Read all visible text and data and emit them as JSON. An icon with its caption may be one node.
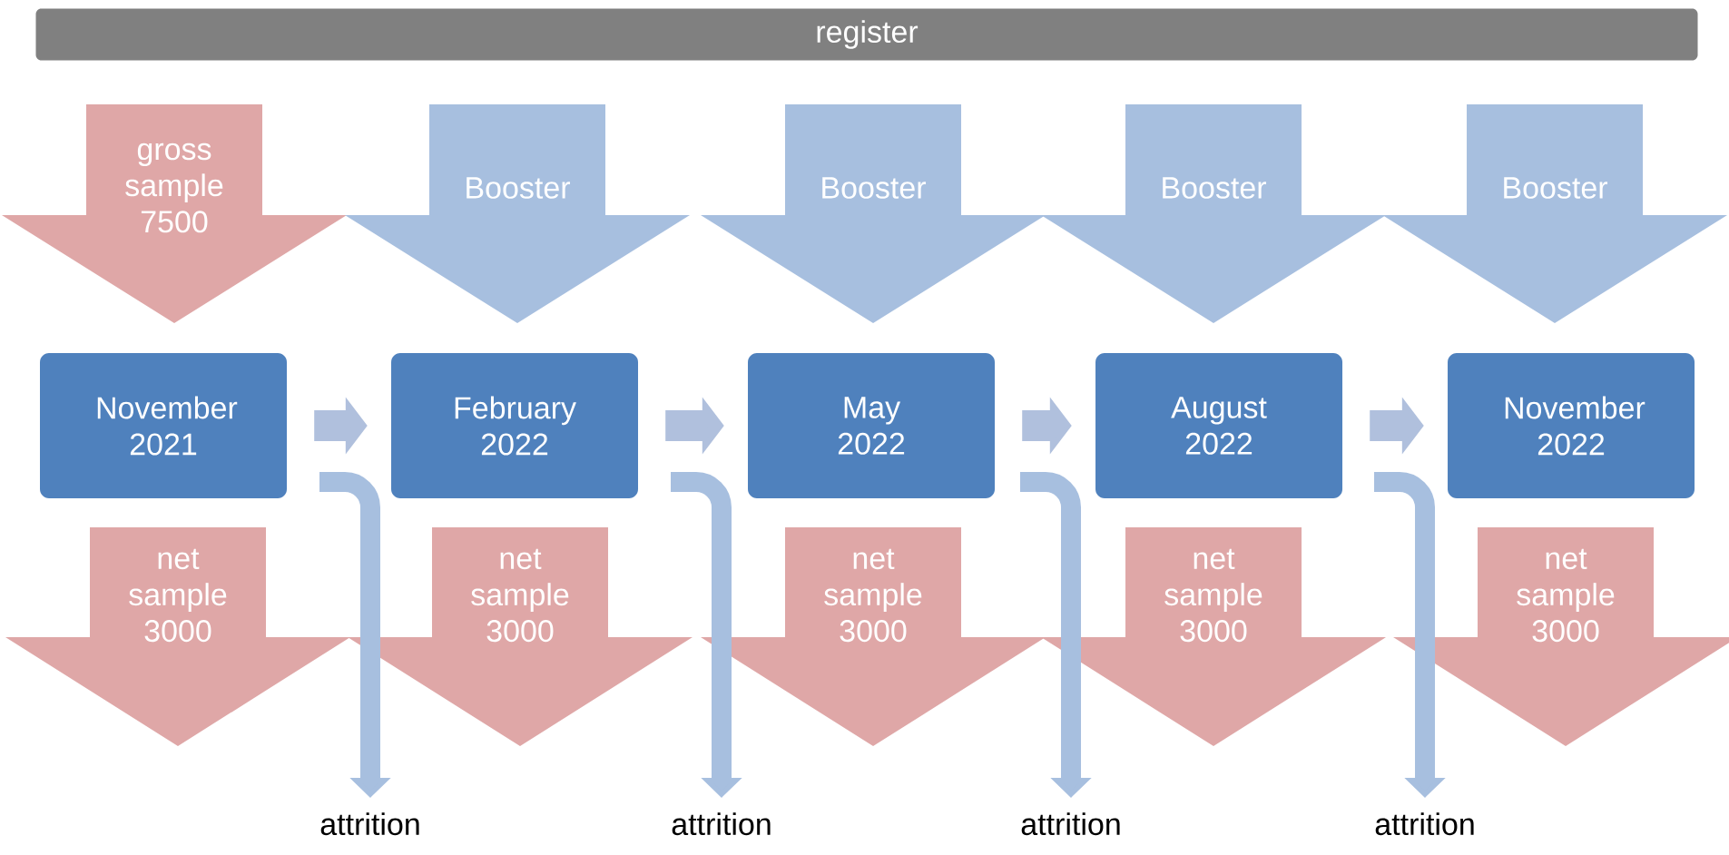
{
  "diagram": {
    "nodes": [
      {
        "text": [
          "register"
        ]
      },
      {
        "text": [
          "gross sample 7500"
        ]
      },
      {
        "text": [
          "Booster"
        ]
      },
      {
        "text": [
          "Booster"
        ]
      },
      {
        "text": [
          "Booster"
        ]
      },
      {
        "text": [
          "Booster"
        ]
      },
      {
        "text": [
          "November 2021"
        ]
      },
      {
        "text": [
          "February 2022"
        ]
      },
      {
        "text": [
          "May 2022"
        ]
      },
      {
        "text": [
          "August 2022"
        ]
      },
      {
        "text": [
          "November 2022"
        ]
      },
      {
        "text": [
          "net sample 3000"
        ]
      },
      {
        "text": [
          "net sample 3000"
        ]
      },
      {
        "text": [
          "net sample 3000"
        ]
      },
      {
        "text": [
          "net sample 3000"
        ]
      },
      {
        "text": [
          "net sample 3000"
        ]
      },
      {
        "text": [
          "attrition"
        ]
      },
      {
        "text": [
          "attrition"
        ]
      },
      {
        "text": [
          "attrition"
        ]
      },
      {
        "text": [
          "attrition"
        ]
      }
    ],
    "edges": [
      {
        "from": 6,
        "to": 7,
        "arrow": "to"
      },
      {
        "from": 7,
        "to": 8,
        "arrow": "to"
      },
      {
        "from": 8,
        "to": 9,
        "arrow": "to"
      },
      {
        "from": 9,
        "to": 10,
        "arrow": "to"
      },
      {
        "from": null,
        "to": 16,
        "arrow": "to"
      },
      {
        "from": null,
        "to": 17,
        "arrow": "to"
      },
      {
        "from": null,
        "to": 18,
        "arrow": "to"
      },
      {
        "from": null,
        "to": 19,
        "arrow": "to"
      }
    ]
  }
}
